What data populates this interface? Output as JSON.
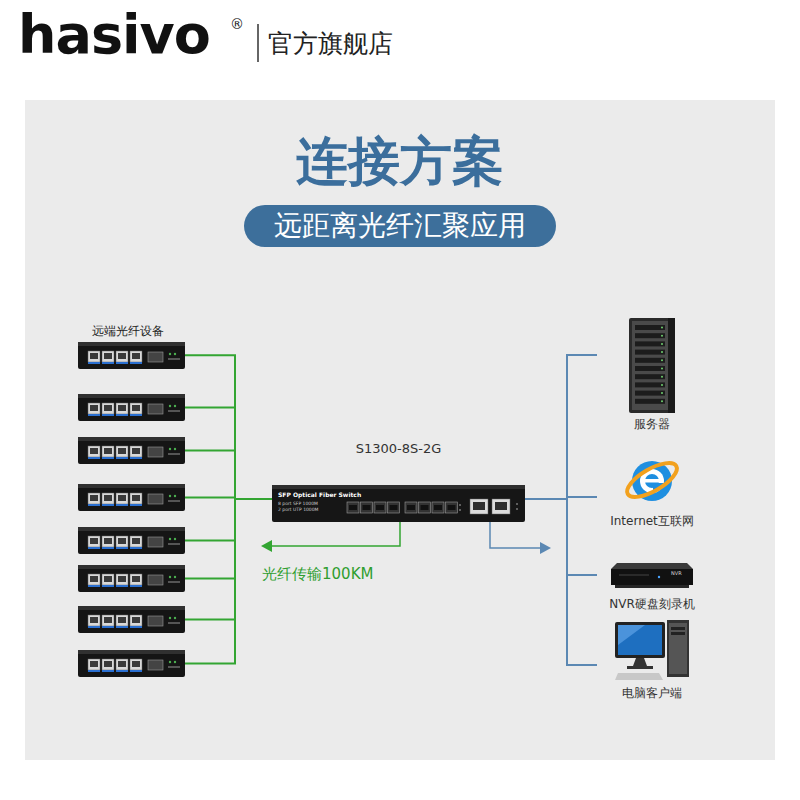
{
  "diagram": {
    "title": "连接方案",
    "nodes": [
      {
        "text": [
          "远距离光纤汇聚应用"
        ]
      },
      {
        "text": [
          "远端光纤设备"
        ]
      },
      {
        "text": []
      },
      {
        "text": []
      },
      {
        "text": []
      },
      {
        "text": []
      },
      {
        "text": []
      },
      {
        "text": []
      },
      {
        "text": []
      },
      {
        "text": [
          "S1300-8S-2G",
          "SFP Optical Fiber Switch",
          "8 port SFP 1000M",
          "2 port UTP 1000M"
        ]
      },
      {
        "text": [
          "服务器"
        ]
      },
      {
        "text": [
          "Internet互联网"
        ]
      },
      {
        "text": [
          "NVR硬盘刻录机"
        ]
      },
      {
        "text": [
          "电脑客户端"
        ]
      }
    ],
    "edges": [
      {
        "from": 1,
        "to": 9,
        "arrow": "none"
      },
      {
        "from": 2,
        "to": 9,
        "arrow": "none"
      },
      {
        "from": 3,
        "to": 9,
        "arrow": "none"
      },
      {
        "from": 4,
        "to": 9,
        "arrow": "none"
      },
      {
        "from": 5,
        "to": 9,
        "arrow": "none"
      },
      {
        "from": 6,
        "to": 9,
        "arrow": "none"
      },
      {
        "from": 7,
        "to": 9,
        "arrow": "none"
      },
      {
        "from": 8,
        "to": 9,
        "arrow": "none"
      },
      {
        "from": 9,
        "to": 10,
        "arrow": "none"
      },
      {
        "from": 9,
        "to": 11,
        "arrow": "none"
      },
      {
        "from": 9,
        "to": 12,
        "arrow": "none"
      },
      {
        "from": 9,
        "to": 13,
        "arrow": "none"
      }
    ],
    "labels": [
      "hasivo",
      "®",
      "官方旗舰店",
      "光纤传输100KM",
      "NVR"
    ]
  }
}
